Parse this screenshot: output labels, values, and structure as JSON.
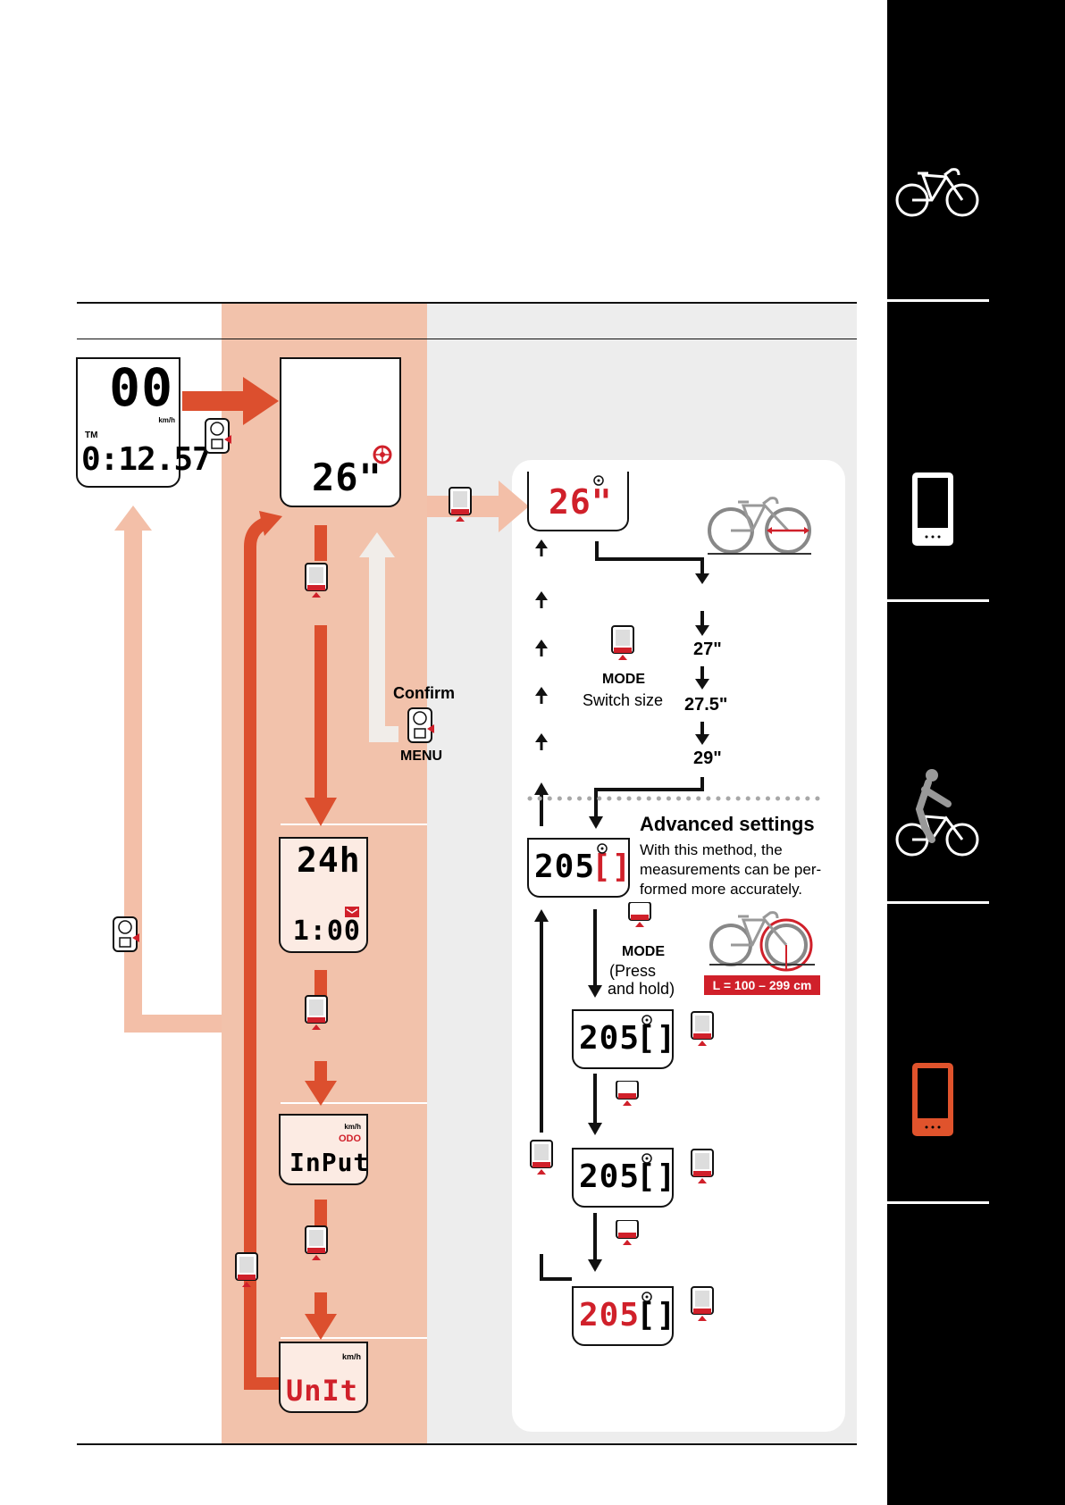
{
  "displays": {
    "start": {
      "speed": "00",
      "unit": "km/h",
      "tm_label": "TM",
      "time": "0:12.57"
    },
    "wheel": {
      "value": "26\""
    },
    "clock": {
      "value": "24h",
      "time": "1:00"
    },
    "odo": {
      "unit": "km/h",
      "mode": "ODO",
      "text": "InPut"
    },
    "unit_disp": {
      "unit": "km/h",
      "text": "UnIt"
    },
    "panel_wheel": {
      "value": "26\""
    },
    "adv1": {
      "digits": "205",
      "bracket": "[]"
    },
    "adv2": {
      "digits": "205",
      "bracket": "[]"
    },
    "adv3": {
      "digits": "205",
      "bracket": "[]"
    },
    "adv4": {
      "digits": "205",
      "bracket": "[]"
    }
  },
  "labels": {
    "confirm": "Confirm",
    "menu": "MENU",
    "mode": "MODE",
    "switch_size": "Switch size",
    "size_27": "27\"",
    "size_275": "27.5\"",
    "size_29": "29\"",
    "advanced_title": "Advanced settings",
    "advanced_desc_1": "With this method, the",
    "advanced_desc_2": "measurements can be per-",
    "advanced_desc_3": "formed more accurately.",
    "mode2": "MODE",
    "press": "(Press",
    "and_hold": "and hold)",
    "range": "L = 100 – 299 cm"
  },
  "colors": {
    "band": "#f2c2ab",
    "arrow": "#dc4f2e",
    "arrow_light": "#f3bfa8",
    "accent_red": "#d0202a",
    "panel_gray": "#ededed",
    "sidebar": "#000000",
    "active_device": "#e0532c"
  },
  "icons": [
    "bicycle-icon",
    "device-icon",
    "rider-icon",
    "device-active-icon",
    "button-icon",
    "bicycle-wheel-icon",
    "bicycle-circumference-icon"
  ]
}
